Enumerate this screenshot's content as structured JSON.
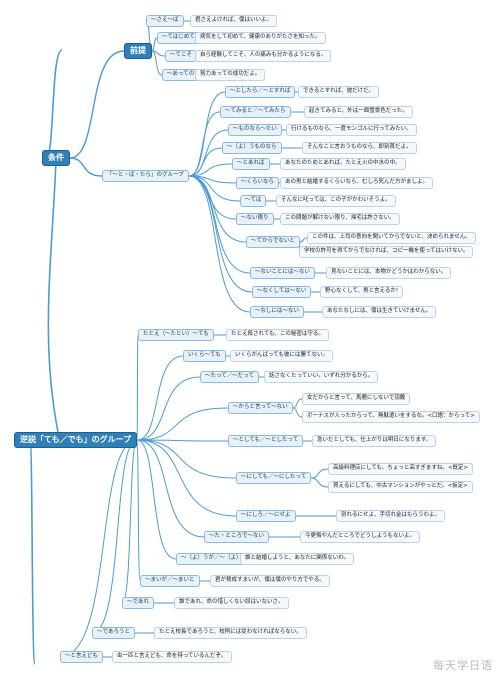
{
  "condition": {
    "root": "条件",
    "premise": {
      "label": "前提",
      "items": [
        {
          "pattern": "～さえ～ば",
          "example": "君さえよければ、僕はいいよ。"
        },
        {
          "pattern": "～てはじめて",
          "example": "病気をして初めて、健康のありがたさを知った。"
        },
        {
          "pattern": "～てこそ",
          "example": "自ら経験してこそ、人の痛みも分かるようになる。"
        },
        {
          "pattern": "～あっての",
          "example": "努力あっての成功だよ。"
        }
      ]
    },
    "group": {
      "label": "「～と・ば・たら」のグループ",
      "items": [
        {
          "pattern": "～としたら／～とすれば",
          "examples": [
            "できるとすれば、彼だけだ。"
          ]
        },
        {
          "pattern": "～てみると／～てみたら",
          "examples": [
            "起きてみると、外は一面雪景色だった。"
          ]
        },
        {
          "pattern": "～ものなら～たい",
          "examples": [
            "行けるものなら、一度モンゴルに行ってみたい。"
          ]
        },
        {
          "pattern": "～（よ）うものなら",
          "examples": [
            "そんなこと言おうものなら、即刻首だよ。"
          ]
        },
        {
          "pattern": "～とあれば",
          "examples": [
            "あなたのためとあれば、たとえ火の中水の中。"
          ]
        },
        {
          "pattern": "～くらいなら",
          "examples": [
            "あの男と結婚するくらいなら、むしろ死んだ方がましよ。"
          ]
        },
        {
          "pattern": "～ては",
          "examples": [
            "そんなに叱っては、この子がかわいそうよ。"
          ]
        },
        {
          "pattern": "～ない限り",
          "examples": [
            "この問題が解けない限り、帰宅は許さない。"
          ]
        },
        {
          "pattern": "～てからでないと",
          "examples": [
            "この件は、上司の意向を聞いてからでないと、決められません。",
            "学校の許可を得てからでなければ、コピー機を使ってはいけない。"
          ]
        },
        {
          "pattern": "～ないことには～ない",
          "examples": [
            "見ないことには、本物かどうかはわからない。"
          ]
        },
        {
          "pattern": "～なくしては～ない",
          "examples": [
            "野心なくして、男と言えるか!"
          ]
        },
        {
          "pattern": "～なしには～ない",
          "examples": [
            "あなたなしには、僕は生きていけません。"
          ]
        }
      ]
    }
  },
  "concession": {
    "root": "逆説「ても／でも」のグループ",
    "items": [
      {
        "pattern": "たとえ（～たとい）～ても",
        "examples": [
          "たとえ殺されても、この秘密は守る。"
        ]
      },
      {
        "pattern": "いくら～ても",
        "examples": [
          "いくらがんばっても彼には勝てない。"
        ]
      },
      {
        "pattern": "～たって／～だって",
        "examples": [
          "話さなくたっていい。いずれ分かるから。"
        ]
      },
      {
        "pattern": "～からと言って～ない",
        "examples": [
          "女だからと言って、馬鹿にしないで頂戴",
          "ボーナスが入ったからって、無駄遣いをするな。<口語：からって>"
        ]
      },
      {
        "pattern": "～としても／～としたって",
        "examples": [
          "急いだとしても、仕上がりは明日になります。"
        ]
      },
      {
        "pattern": "～にしても／～にしたって",
        "examples": [
          "高級料理店にしても、ちょっと高すぎますね。<既定>",
          "買えるにしても、中古マンションがやっとだ。<仮定>"
        ]
      },
      {
        "pattern": "～にしろ／～にせよ",
        "examples": [
          "別れるにせよ、手切れ金はもらうわよ。"
        ]
      },
      {
        "pattern": "～た・ところで～ない",
        "examples": [
          "今更悔やんだところでどうしようもないよ。"
        ]
      },
      {
        "pattern": "～（よ）うが／～（よ）うと",
        "examples": [
          "誰と結婚しようと、あなたに関係ないわ。"
        ]
      },
      {
        "pattern": "～まいが／～まいと",
        "examples": [
          "君が賛成すまいが、僕は僕のやり方でやる。"
        ]
      },
      {
        "pattern": "～であれ",
        "examples": [
          "誰であれ、命の惜しくない奴はいないさ。"
        ]
      },
      {
        "pattern": "～であろうと",
        "examples": [
          "たとえ校長であろうと、校則には従わなければならない。"
        ]
      },
      {
        "pattern": "～と言えども",
        "examples": [
          "虫一匹と言えども、命を持っているんだぞ。"
        ]
      }
    ]
  },
  "watermark": "每天学日语",
  "colors": {
    "root_bg": "#2f7fb9",
    "pattern_bg": "#e7f1fa",
    "example_bg": "#f6f9fc",
    "wire": "#4d9bd0"
  }
}
